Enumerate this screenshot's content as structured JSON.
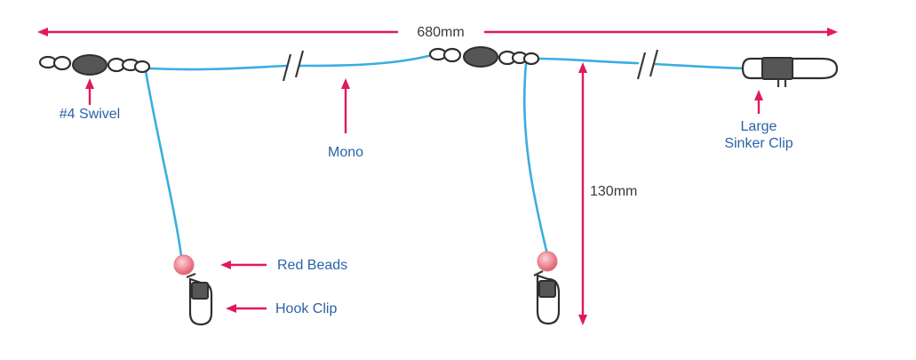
{
  "dimensions": {
    "total_length": "680mm",
    "dropper_length": "130mm"
  },
  "labels": {
    "swivel": "#4 Swivel",
    "mono": "Mono",
    "sinker_clip_line1": "Large",
    "sinker_clip_line2": "Sinker Clip",
    "red_beads": "Red Beads",
    "hook_clip": "Hook Clip"
  },
  "colors": {
    "line": "#3aaee0",
    "arrow": "#e0195f",
    "label_text": "#2b63a6",
    "bead": "#f08a96",
    "hardware": "#565656"
  }
}
